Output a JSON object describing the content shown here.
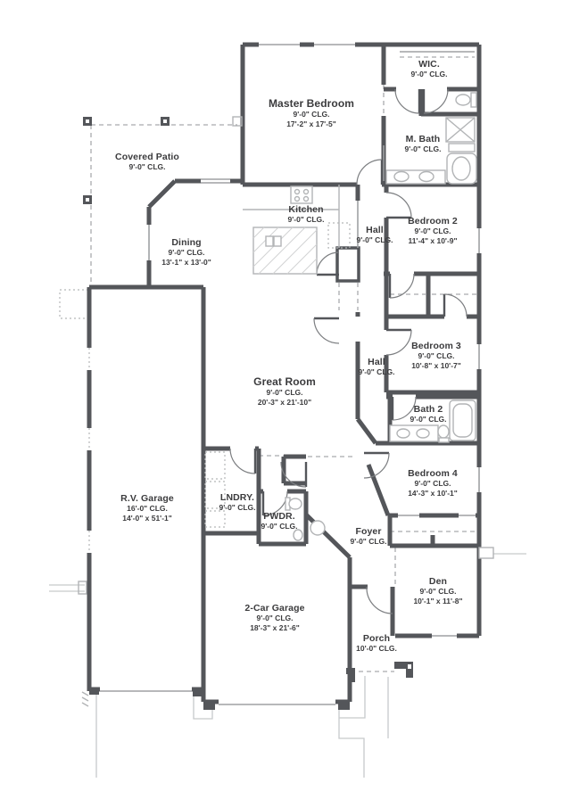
{
  "plan": {
    "rooms": [
      {
        "name": "Master Bedroom",
        "ceiling": "9'-0\" CLG.",
        "dims": "17'-2\" x 17'-5\""
      },
      {
        "name": "WIC.",
        "ceiling": "9'-0\" CLG.",
        "dims": ""
      },
      {
        "name": "M. Bath",
        "ceiling": "9'-0\" CLG.",
        "dims": ""
      },
      {
        "name": "Covered Patio",
        "ceiling": "9'-0\" CLG.",
        "dims": ""
      },
      {
        "name": "Kitchen",
        "ceiling": "9'-0\" CLG.",
        "dims": ""
      },
      {
        "name": "Hall",
        "ceiling": "9'-0\" CLG.",
        "dims": ""
      },
      {
        "name": "Bedroom 2",
        "ceiling": "9'-0\" CLG.",
        "dims": "11'-4\" x 10'-9\""
      },
      {
        "name": "Dining",
        "ceiling": "9'-0\" CLG.",
        "dims": "13'-1\" x 13'-0\""
      },
      {
        "name": "Bedroom 3",
        "ceiling": "9'-0\" CLG.",
        "dims": "10'-8\" x 10'-7\""
      },
      {
        "name": "Hall",
        "ceiling": "9'-0\" CLG.",
        "dims": ""
      },
      {
        "name": "Great Room",
        "ceiling": "9'-0\" CLG.",
        "dims": "20'-3\" x 21'-10\""
      },
      {
        "name": "Bath 2",
        "ceiling": "9'-0\" CLG.",
        "dims": ""
      },
      {
        "name": "Bedroom 4",
        "ceiling": "9'-0\" CLG.",
        "dims": "14'-3\" x 10'-1\""
      },
      {
        "name": "R.V. Garage",
        "ceiling": "16'-0\" CLG.",
        "dims": "14'-0\" x 51'-1\""
      },
      {
        "name": "LNDRY.",
        "ceiling": "9'-0\" CLG.",
        "dims": ""
      },
      {
        "name": "PWDR.",
        "ceiling": "9'-0\" CLG.",
        "dims": ""
      },
      {
        "name": "Foyer",
        "ceiling": "9'-0\" CLG.",
        "dims": ""
      },
      {
        "name": "Den",
        "ceiling": "9'-0\" CLG.",
        "dims": "10'-1\" x 11'-8\""
      },
      {
        "name": "2-Car Garage",
        "ceiling": "9'-0\" CLG.",
        "dims": "18'-3\" x 21'-6\""
      },
      {
        "name": "Porch",
        "ceiling": "10'-0\" CLG.",
        "dims": ""
      }
    ],
    "colors": {
      "wall": "#54565a",
      "fixture": "#b2b4b6",
      "dash": "#a9abad",
      "text": "#3b3b3d",
      "background": "#ffffff"
    }
  }
}
